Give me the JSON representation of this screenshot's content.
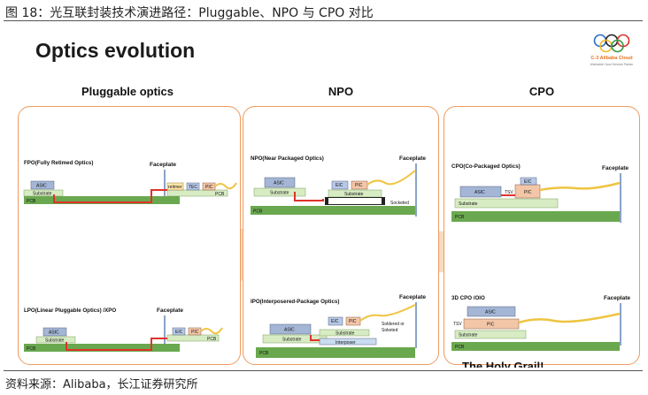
{
  "figure_caption": "图 18：光互联封装技术演进路径：Pluggable、NPO 与 CPO 对比",
  "slide_title": "Optics evolution",
  "logo": {
    "icon": "olympic-rings-icon",
    "brand": "C-3 Alibaba Cloud",
    "tagline": "Worldwide Cloud Services Partner"
  },
  "columns": {
    "pluggable": "Pluggable optics",
    "npo": "NPO",
    "cpo": "CPO"
  },
  "diagrams": {
    "fpo": {
      "title": "FPO(Fully Retimed Optics)",
      "faceplate": "Faceplate",
      "asic": "ASIC",
      "substrate": "Substrate",
      "pcb": "PCB",
      "retimer": "retimer",
      "tec": "TEC",
      "pic": "PIC"
    },
    "lpo": {
      "title": "LPO(Linear Pluggable Optics) /XPO",
      "faceplate": "Faceplate",
      "asic": "ASIC",
      "substrate": "Substrate",
      "pcb": "PCB",
      "eic": "EIC",
      "pic": "PIC"
    },
    "npo": {
      "title": "NPO(Near Packaged Optics)",
      "faceplate": "Faceplate",
      "asic": "ASIC",
      "substrate": "Substrate",
      "substrate2": "Substrate",
      "pcb": "PCB",
      "eic": "EIC",
      "pic": "PIC",
      "socketed": "Socketed"
    },
    "ipo": {
      "title": "IPO(Interposered-Package Optics)",
      "faceplate": "Faceplate",
      "asic": "ASIC",
      "substrate": "Substrate",
      "substrate2": "Substrate",
      "pcb": "PCB",
      "eic": "EIC",
      "pic": "PIC",
      "interposer": "Interposer",
      "soldered": "Soldered or",
      "soketed": "Soketed"
    },
    "cpo": {
      "title": "CPO(Co-Packaged Optics)",
      "faceplate": "Faceplate",
      "asic": "ASIC",
      "substrate": "Substrate",
      "pcb": "PCB",
      "eic": "EIC",
      "pic": "PIC",
      "tsv": "TSV"
    },
    "cpo3d": {
      "title": "3D CPO /OIO",
      "faceplate": "Faceplate",
      "asic": "ASIC",
      "substrate": "Substrate",
      "pcb": "PCB",
      "pic": "PIC",
      "tsv": "TSV"
    }
  },
  "holy_grail": "The Holy Grail!",
  "source": "资料来源：Alibaba，长江证券研究所",
  "colors": {
    "panel_border": "#ef9a5e",
    "arrow": "#f6c9a5",
    "trace": "#e0322b",
    "fiber": "#efc441",
    "pcb": "#6aa84f",
    "substrate": "#d8ecc4",
    "asic": "#a4b6d6",
    "pic": "#f3c6a8",
    "eic": "#b7c8e8"
  }
}
